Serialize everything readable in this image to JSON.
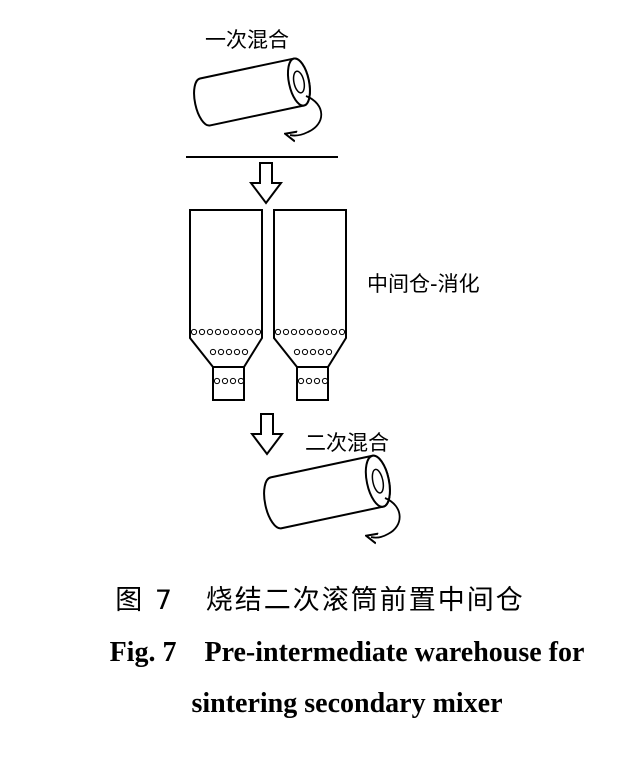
{
  "labels": {
    "first_mix": "一次混合",
    "bin": "中间仓-消化",
    "second_mix": "二次混合"
  },
  "caption": {
    "cn": "图 7   烧结二次滚筒前置中间仓",
    "en_line1": "Fig. 7    Pre-intermediate warehouse for",
    "en_line2": "sintering secondary mixer"
  },
  "icons": {
    "drum": "rotating-drum-icon",
    "arrow": "hollow-down-arrow-icon",
    "rotation": "rotation-arrow-icon"
  }
}
